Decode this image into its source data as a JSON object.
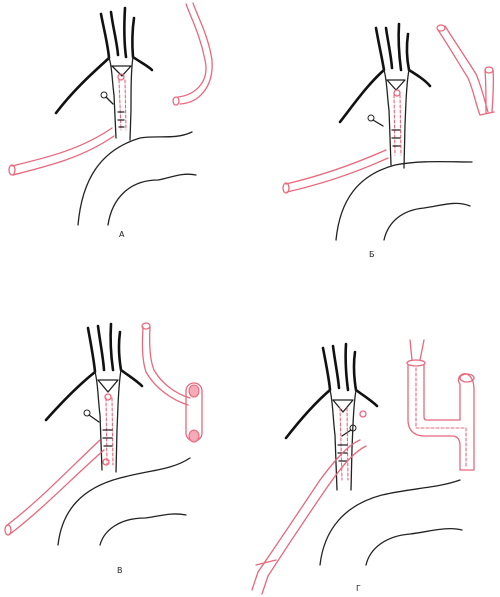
{
  "panels": [
    {
      "id": "a",
      "label": "А"
    },
    {
      "id": "b",
      "label": "Б"
    },
    {
      "id": "v",
      "label": "В"
    },
    {
      "id": "g",
      "label": "Г"
    }
  ],
  "colors": {
    "outline": "#111111",
    "graft": "#e8687c",
    "background": "#ffffff"
  }
}
